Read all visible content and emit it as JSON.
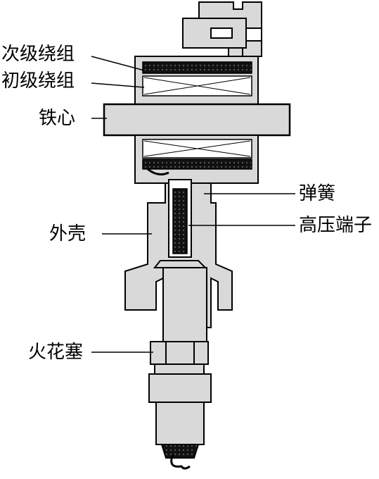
{
  "labels": {
    "secondary_winding": "次级绕组",
    "primary_winding": "初级绕组",
    "iron_core": "铁心",
    "spring": "弹簧",
    "high_voltage_terminal": "高压端子",
    "housing": "外壳",
    "spark_plug": "火花塞"
  },
  "colors": {
    "body": "#d9d9d9",
    "dark": "#1a1a1a",
    "line": "#000000",
    "background": "#ffffff"
  }
}
